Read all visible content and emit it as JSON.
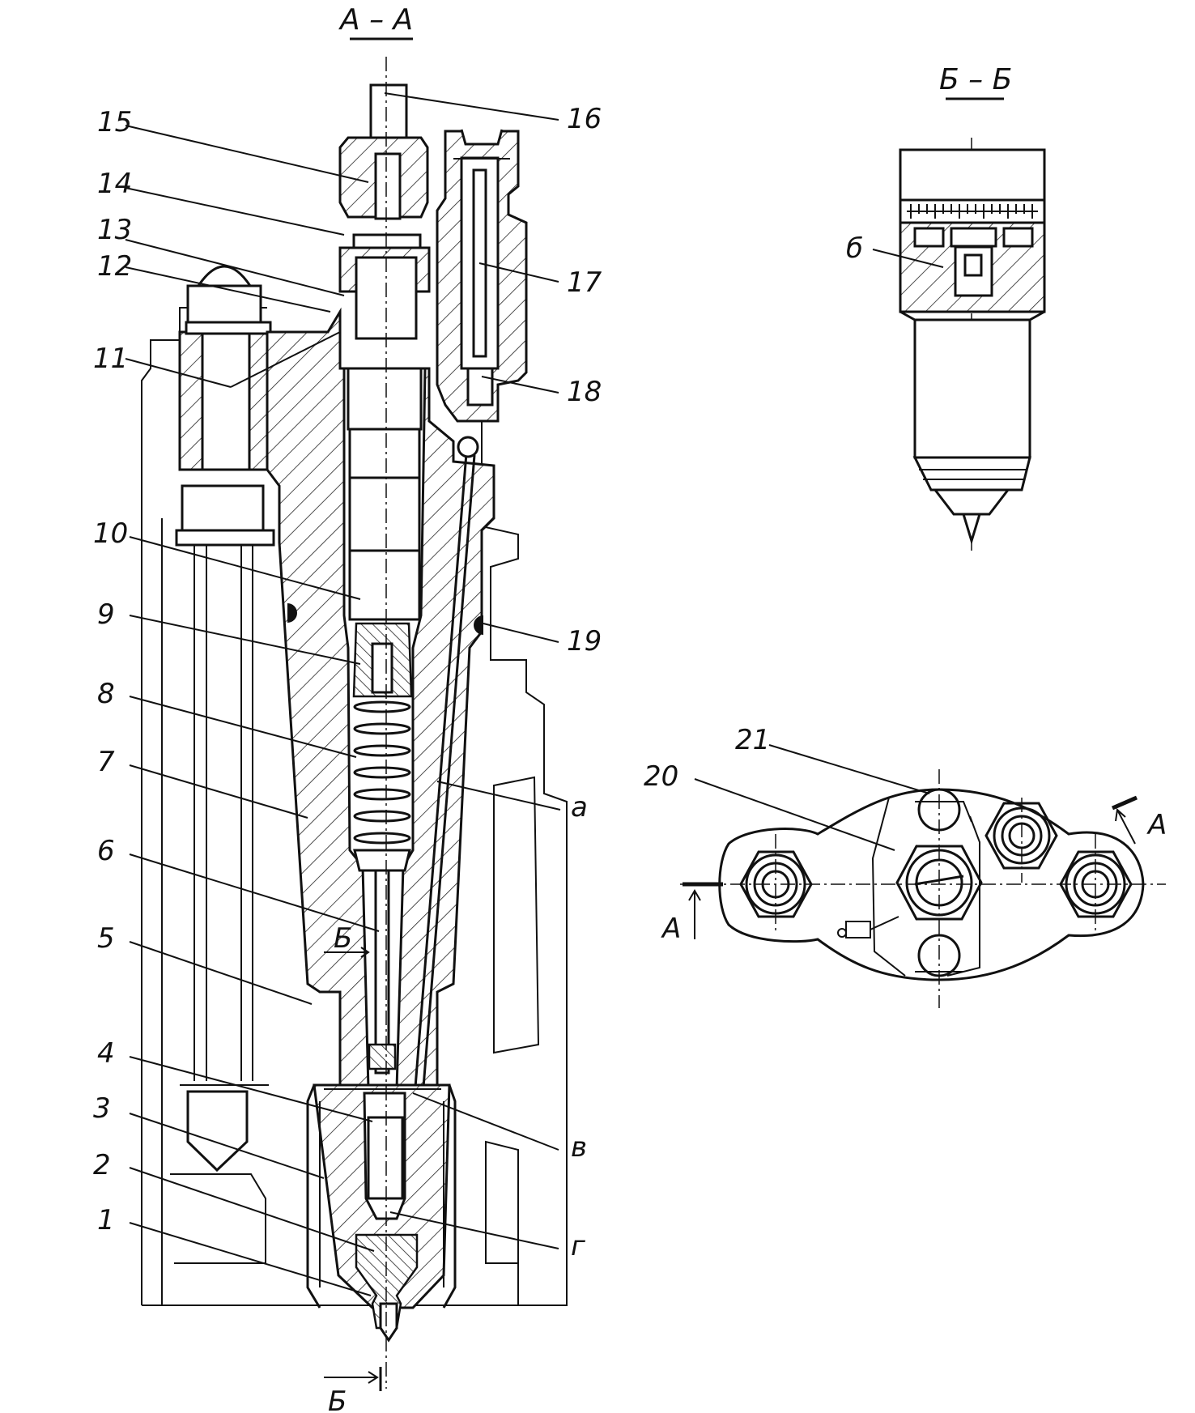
{
  "section_titles": {
    "main": "А – А",
    "detail": "Б – Б",
    "marker_bottom": "Б",
    "marker_inner": "Б",
    "marker_A_left": "А",
    "marker_A_right": "А"
  },
  "part_labels": {
    "l1": "1",
    "l2": "2",
    "l3": "3",
    "l4": "4",
    "l5": "5",
    "l6": "6",
    "l7": "7",
    "l8": "8",
    "l9": "9",
    "l10": "10",
    "l11": "11",
    "l12": "12",
    "l13": "13",
    "l14": "14",
    "l15": "15",
    "l16": "16",
    "l17": "17",
    "l18": "18",
    "l19": "19",
    "l20": "20",
    "l21": "21"
  },
  "channel_labels": {
    "a": "а",
    "b": "б",
    "v": "в",
    "g": "г"
  }
}
